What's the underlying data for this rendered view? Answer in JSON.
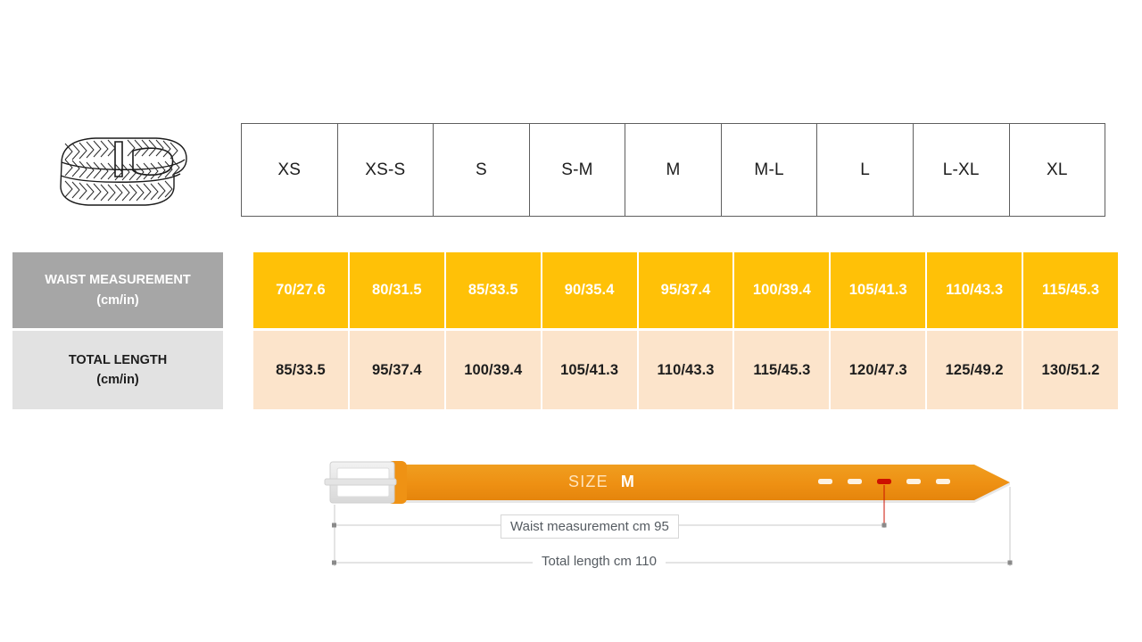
{
  "product_icon": {
    "name": "braided-belt-illustration"
  },
  "size_table": {
    "sizes": [
      "XS",
      "XS-S",
      "S",
      "S-M",
      "M",
      "M-L",
      "L",
      "L-XL",
      "XL"
    ],
    "rows": [
      {
        "label": "WAIST MEASUREMENT",
        "unit": "(cm/in)",
        "values": [
          "70/27.6",
          "80/31.5",
          "85/33.5",
          "90/35.4",
          "95/37.4",
          "100/39.4",
          "105/41.3",
          "110/43.3",
          "115/45.3"
        ]
      },
      {
        "label": "TOTAL LENGTH",
        "unit": "(cm/in)",
        "values": [
          "85/33.5",
          "95/37.4",
          "100/39.4",
          "105/41.3",
          "110/43.3",
          "115/45.3",
          "120/47.3",
          "125/49.2",
          "130/51.2"
        ]
      }
    ]
  },
  "belt_diagram": {
    "size_word": "SIZE",
    "size_value": "M",
    "waist_dimension": "Waist measurement cm 95",
    "total_dimension": "Total length cm 110",
    "holes": 5,
    "active_hole_index": 2,
    "belt_color": "#EE9013",
    "buckle_color": "#E8E8E8",
    "active_hole_color": "#CC1100"
  },
  "colors": {
    "accent_orange": "#FFC107",
    "peach": "#FCE4CB",
    "label_gray": "#A6A6A6",
    "label_light_gray": "#E2E2E2",
    "border_gray": "#5F5F5F"
  }
}
